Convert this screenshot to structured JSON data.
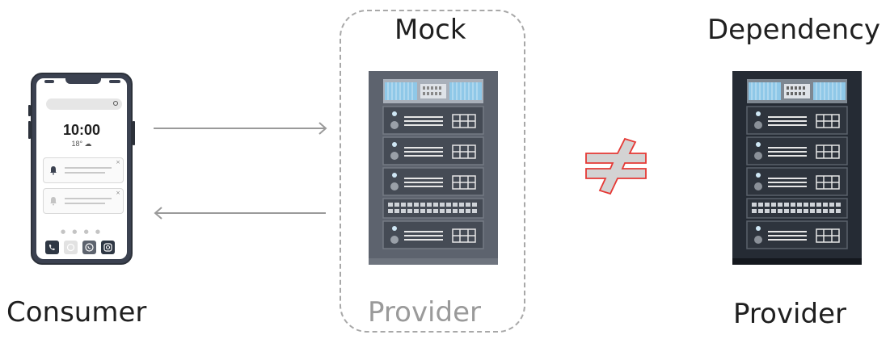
{
  "labels": {
    "consumer": "Consumer",
    "mock": "Mock",
    "mock_provider": "Provider",
    "dependency": "Dependency",
    "provider": "Provider"
  },
  "phone_screen": {
    "time": "10:00",
    "weather": "18° ☁"
  },
  "colors": {
    "arrow": "#9a9a9a",
    "dashed_border": "#a8a8a8",
    "not_equal_fill": "#d3d3d3",
    "not_equal_stroke": "#e53935",
    "mock_server_body": "#5d636e",
    "real_server_body": "#252b34",
    "server_vent": "#8fc8e8"
  },
  "icons": {
    "not_equal": "not-equal-sign",
    "consumer": "smartphone-icon",
    "mock_provider": "server-rack-icon",
    "real_provider": "server-rack-icon"
  }
}
